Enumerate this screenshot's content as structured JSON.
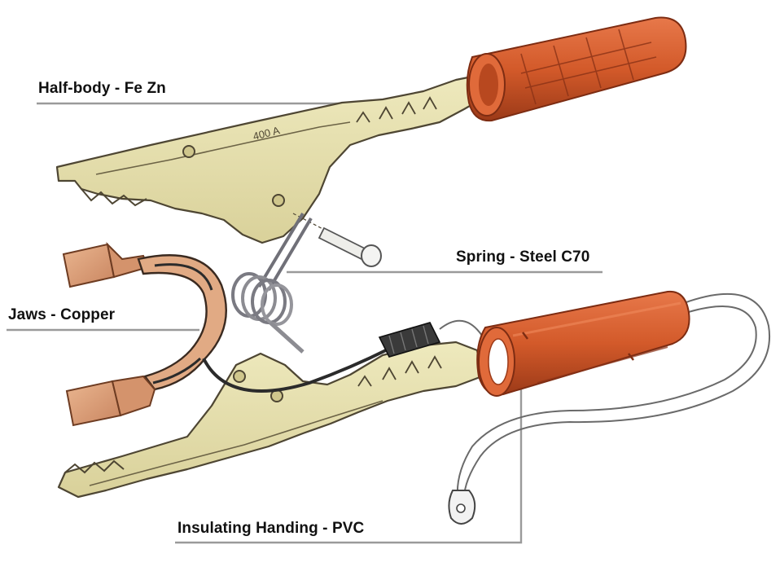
{
  "callouts": {
    "half_body": "Half-body - Fe Zn",
    "spring": "Spring - Steel C70",
    "jaws": "Jaws - Copper",
    "insulating": "Insulating Handing - PVC"
  },
  "stamp": "400 A",
  "colors": {
    "body_metal": "#e6dfa9",
    "body_outline": "#4e4633",
    "handle": "#d7592b",
    "handle_dark": "#8a3217",
    "copper": "#d99a72",
    "spring_steel": "#8c8c90",
    "leader_line": "#9a9a9a",
    "cable": "#555555",
    "label_text": "#111111"
  }
}
